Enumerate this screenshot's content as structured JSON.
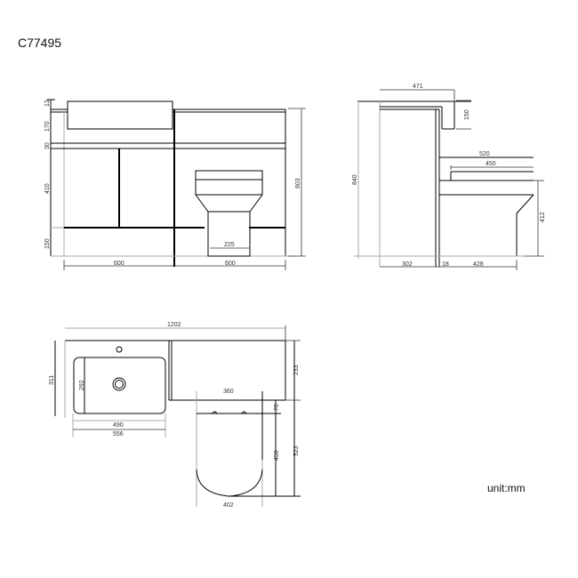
{
  "header": {
    "product_code": "C77495"
  },
  "footer": {
    "unit_label": "unit:mm"
  },
  "front_view": {
    "heights": {
      "h13": "13",
      "h170": "170",
      "h30": "30",
      "h410": "410",
      "h150": "150",
      "total": "803"
    },
    "widths": {
      "basin_unit": "600",
      "wc_unit": "600",
      "pan_base": "225"
    }
  },
  "side_view": {
    "top_depth": "471",
    "top_height": "150",
    "total_height": "840",
    "pan_length": "520",
    "seat_length": "450",
    "pan_height": "412",
    "cabinet_depth": "302",
    "gap": "18",
    "pan_base_depth": "428"
  },
  "plan_view": {
    "total_width": "1202",
    "basin_depth": "311",
    "bowl_depth": "292",
    "bowl_width": "490",
    "basin_width": "556",
    "cistern_depth": "233",
    "pan_width_top": "360",
    "seat_gap": "70",
    "seat_length": "450",
    "total_depth": "523",
    "pan_width": "402"
  }
}
